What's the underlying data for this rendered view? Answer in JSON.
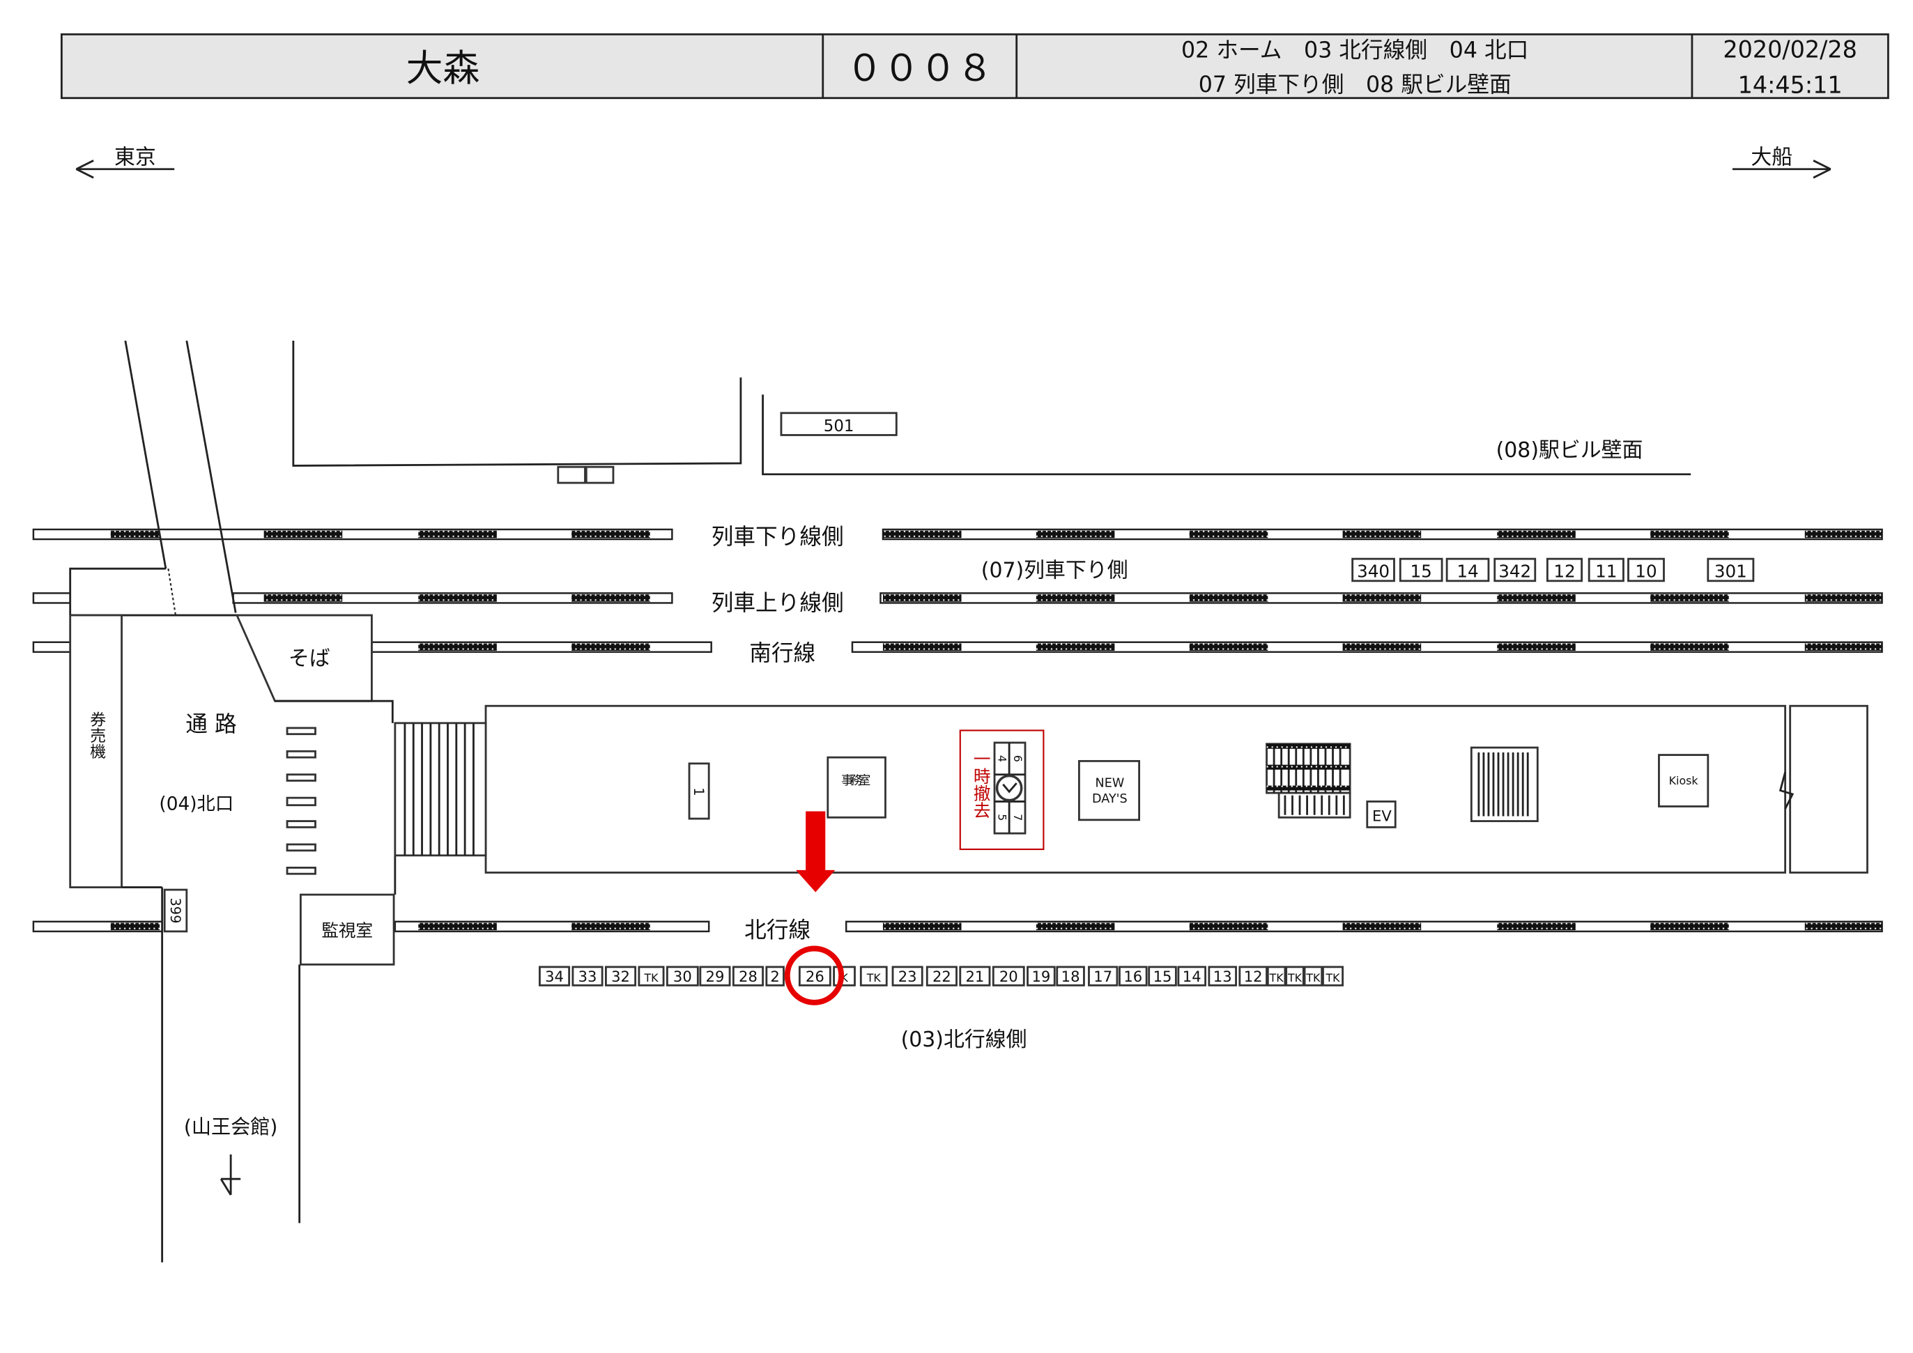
{
  "header": {
    "station": "大森",
    "code": "０００８",
    "areas_line1": "02 ホーム　03 北行線側　04 北口",
    "areas_line2": "07 列車下り側　08 駅ビル壁面",
    "date": "2020/02/28",
    "time": "14:45:11",
    "background": "#e6e6e6"
  },
  "directions": {
    "left": "東京",
    "right": "大船"
  },
  "labels": {
    "building_wall": "(08)駅ビル壁面",
    "box_501": "501",
    "track_down_side": "列車下り線側",
    "area_07": "(07)列車下り側",
    "track_up_side": "列車上り線側",
    "southbound": "南行線",
    "northbound": "北行線",
    "area_03": "(03)北行線側",
    "soba": "そば",
    "passage": "通 路",
    "ticket_machine": "券売機",
    "north_exit": "(04)北口",
    "monitor_room": "監視室",
    "sanno": "(山王会館)",
    "box_399": "399",
    "box_1": "1",
    "office": "事務室",
    "temp_removed": "一時撤去",
    "clock_nums": [
      "4",
      "6",
      "5",
      "7"
    ],
    "newdays_1": "NEW",
    "newdays_2": "DAY'S",
    "ev": "EV",
    "kiosk": "Kiosk"
  },
  "signs_07": [
    "340",
    "15",
    "14",
    "342",
    "12",
    "11",
    "10",
    "301"
  ],
  "signs_03": [
    "34",
    "33",
    "32",
    "TK",
    "30",
    "29",
    "28",
    "2",
    "26",
    "K",
    "TK",
    "23",
    "22",
    "21",
    "20",
    "19",
    "18",
    "17",
    "16",
    "15",
    "14",
    "13",
    "12",
    "TK",
    "TK",
    "TK",
    "TK"
  ],
  "highlight": {
    "sign": "26",
    "color": "#e60000"
  },
  "accent_red": "#c00000"
}
